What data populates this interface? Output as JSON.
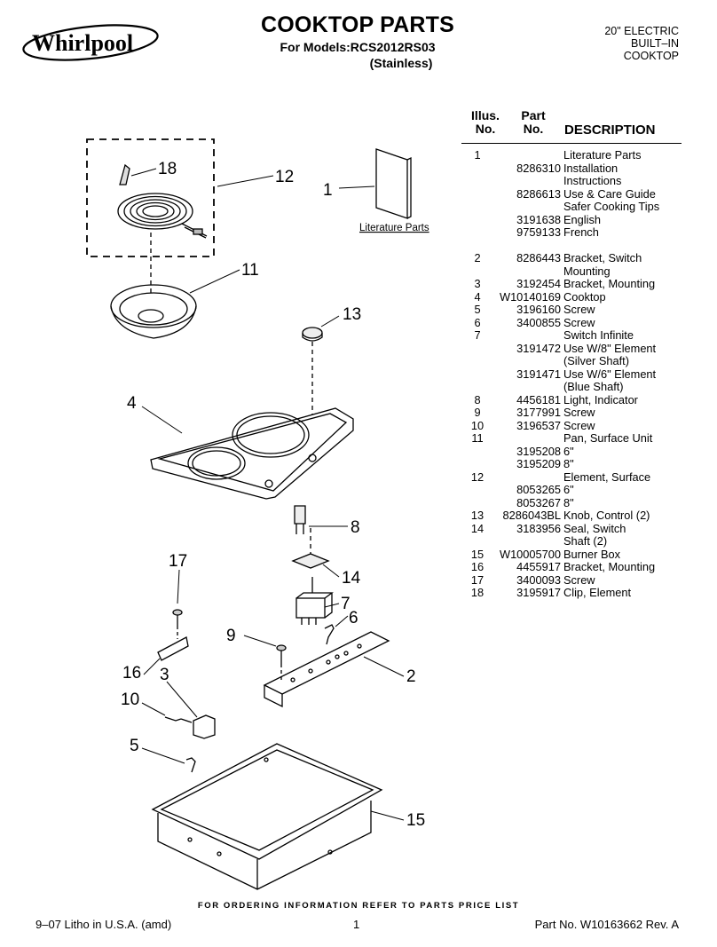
{
  "header": {
    "brand": "Whirlpool",
    "title": "COOKTOP PARTS",
    "models_line": "For Models:RCS2012RS03",
    "finish": "(Stainless)",
    "model_type": [
      "20\" ELECTRIC",
      "BUILT–IN",
      "COOKTOP"
    ]
  },
  "diagram": {
    "literature_label": "Literature Parts",
    "callouts": [
      "1",
      "2",
      "3",
      "4",
      "5",
      "6",
      "7",
      "8",
      "9",
      "10",
      "11",
      "12",
      "13",
      "14",
      "15",
      "16",
      "17",
      "18"
    ]
  },
  "parts_table": {
    "headers": {
      "illus_line1": "Illus.",
      "illus_line2": "No.",
      "part_line1": "Part",
      "part_line2": "No.",
      "description": "DESCRIPTION"
    },
    "rows": [
      {
        "illus": "1",
        "part": "",
        "desc": "Literature Parts"
      },
      {
        "illus": "",
        "part": "8286310",
        "desc": "Installation"
      },
      {
        "illus": "",
        "part": "",
        "desc": "Instructions"
      },
      {
        "illus": "",
        "part": "8286613",
        "desc": "Use & Care Guide"
      },
      {
        "illus": "",
        "part": "",
        "desc": "Safer Cooking Tips"
      },
      {
        "illus": "",
        "part": "3191638",
        "desc": "English"
      },
      {
        "illus": "",
        "part": "9759133",
        "desc": "French"
      },
      {
        "illus": "",
        "part": "",
        "desc": ""
      },
      {
        "illus": "2",
        "part": "8286443",
        "desc": "Bracket, Switch"
      },
      {
        "illus": "",
        "part": "",
        "desc": "Mounting"
      },
      {
        "illus": "3",
        "part": "3192454",
        "desc": "Bracket, Mounting"
      },
      {
        "illus": "4",
        "part": "W10140169",
        "desc": "Cooktop"
      },
      {
        "illus": "5",
        "part": "3196160",
        "desc": "Screw"
      },
      {
        "illus": "6",
        "part": "3400855",
        "desc": "Screw"
      },
      {
        "illus": "7",
        "part": "",
        "desc": "Switch Infinite"
      },
      {
        "illus": "",
        "part": "3191472",
        "desc": "Use W/8\" Element"
      },
      {
        "illus": "",
        "part": "",
        "desc": "(Silver Shaft)"
      },
      {
        "illus": "",
        "part": "3191471",
        "desc": "Use W/6\" Element"
      },
      {
        "illus": "",
        "part": "",
        "desc": "(Blue Shaft)"
      },
      {
        "illus": "8",
        "part": "4456181",
        "desc": "Light, Indicator"
      },
      {
        "illus": "9",
        "part": "3177991",
        "desc": "Screw"
      },
      {
        "illus": "10",
        "part": "3196537",
        "desc": "Screw"
      },
      {
        "illus": "11",
        "part": "",
        "desc": "Pan, Surface Unit"
      },
      {
        "illus": "",
        "part": "3195208",
        "desc": "6\""
      },
      {
        "illus": "",
        "part": "3195209",
        "desc": "8\""
      },
      {
        "illus": "12",
        "part": "",
        "desc": "Element, Surface"
      },
      {
        "illus": "",
        "part": "8053265",
        "desc": "6\""
      },
      {
        "illus": "",
        "part": "8053267",
        "desc": "8\""
      },
      {
        "illus": "13",
        "part": "8286043BL",
        "desc": "Knob, Control (2)"
      },
      {
        "illus": "14",
        "part": "3183956",
        "desc": "Seal, Switch"
      },
      {
        "illus": "",
        "part": "",
        "desc": "Shaft (2)"
      },
      {
        "illus": "15",
        "part": "W10005700",
        "desc": "Burner Box"
      },
      {
        "illus": "16",
        "part": "4455917",
        "desc": "Bracket, Mounting"
      },
      {
        "illus": "17",
        "part": "3400093",
        "desc": "Screw"
      },
      {
        "illus": "18",
        "part": "3195917",
        "desc": "Clip, Element"
      }
    ]
  },
  "footer": {
    "order_note": "FOR ORDERING INFORMATION REFER TO PARTS PRICE LIST",
    "litho": "9–07 Litho in U.S.A. (amd)",
    "page": "1",
    "part_no": "Part No. W10163662 Rev. A"
  }
}
